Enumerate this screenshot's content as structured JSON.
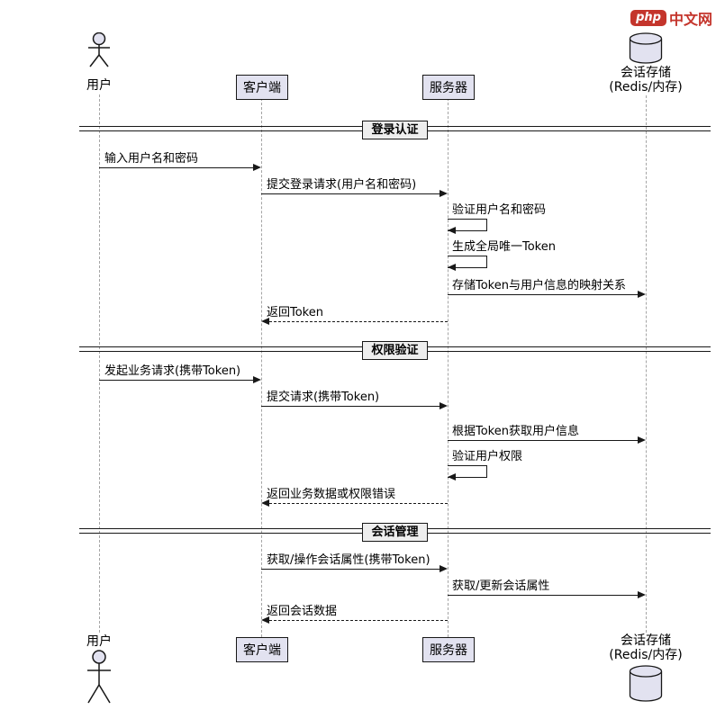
{
  "logo": {
    "badge": "php",
    "site": "中文网",
    "brand_color": "#C4352C"
  },
  "participants": {
    "user": {
      "label": "用户",
      "type": "actor"
    },
    "client": {
      "label": "客户端",
      "type": "participant"
    },
    "server": {
      "label": "服务器",
      "type": "participant"
    },
    "storage": {
      "label": "会话存储",
      "sublabel": "(Redis/内存)",
      "type": "database"
    }
  },
  "dividers": {
    "d1": {
      "label": "登录认证"
    },
    "d2": {
      "label": "权限验证"
    },
    "d3": {
      "label": "会话管理"
    }
  },
  "messages": {
    "m1": {
      "label": "输入用户名和密码",
      "from": "用户",
      "to": "客户端",
      "kind": "solid"
    },
    "m2": {
      "label": "提交登录请求(用户名和密码)",
      "from": "客户端",
      "to": "服务器",
      "kind": "solid"
    },
    "m3": {
      "label": "验证用户名和密码",
      "from": "服务器",
      "to": "服务器",
      "kind": "self"
    },
    "m4": {
      "label": "生成全局唯一Token",
      "from": "服务器",
      "to": "服务器",
      "kind": "self"
    },
    "m5": {
      "label": "存储Token与用户信息的映射关系",
      "from": "服务器",
      "to": "会话存储",
      "kind": "solid"
    },
    "m6": {
      "label": "返回Token",
      "from": "服务器",
      "to": "客户端",
      "kind": "dashed-return"
    },
    "m7": {
      "label": "发起业务请求(携带Token)",
      "from": "用户",
      "to": "客户端",
      "kind": "solid"
    },
    "m8": {
      "label": "提交请求(携带Token)",
      "from": "客户端",
      "to": "服务器",
      "kind": "solid"
    },
    "m9": {
      "label": "根据Token获取用户信息",
      "from": "服务器",
      "to": "会话存储",
      "kind": "solid"
    },
    "m10": {
      "label": "验证用户权限",
      "from": "服务器",
      "to": "服务器",
      "kind": "self"
    },
    "m11": {
      "label": "返回业务数据或权限错误",
      "from": "服务器",
      "to": "客户端",
      "kind": "dashed-return"
    },
    "m12": {
      "label": "获取/操作会话属性(携带Token)",
      "from": "客户端",
      "to": "服务器",
      "kind": "solid"
    },
    "m13": {
      "label": "获取/更新会话属性",
      "from": "服务器",
      "to": "会话存储",
      "kind": "solid"
    },
    "m14": {
      "label": "返回会话数据",
      "from": "服务器",
      "to": "客户端",
      "kind": "dashed-return"
    }
  },
  "colors": {
    "participant_fill": "#E2E2F0",
    "participant_border": "#181818",
    "lifeline": "#A5A5A5",
    "arrow": "#181818",
    "divider_fill": "#EEEEEE"
  }
}
